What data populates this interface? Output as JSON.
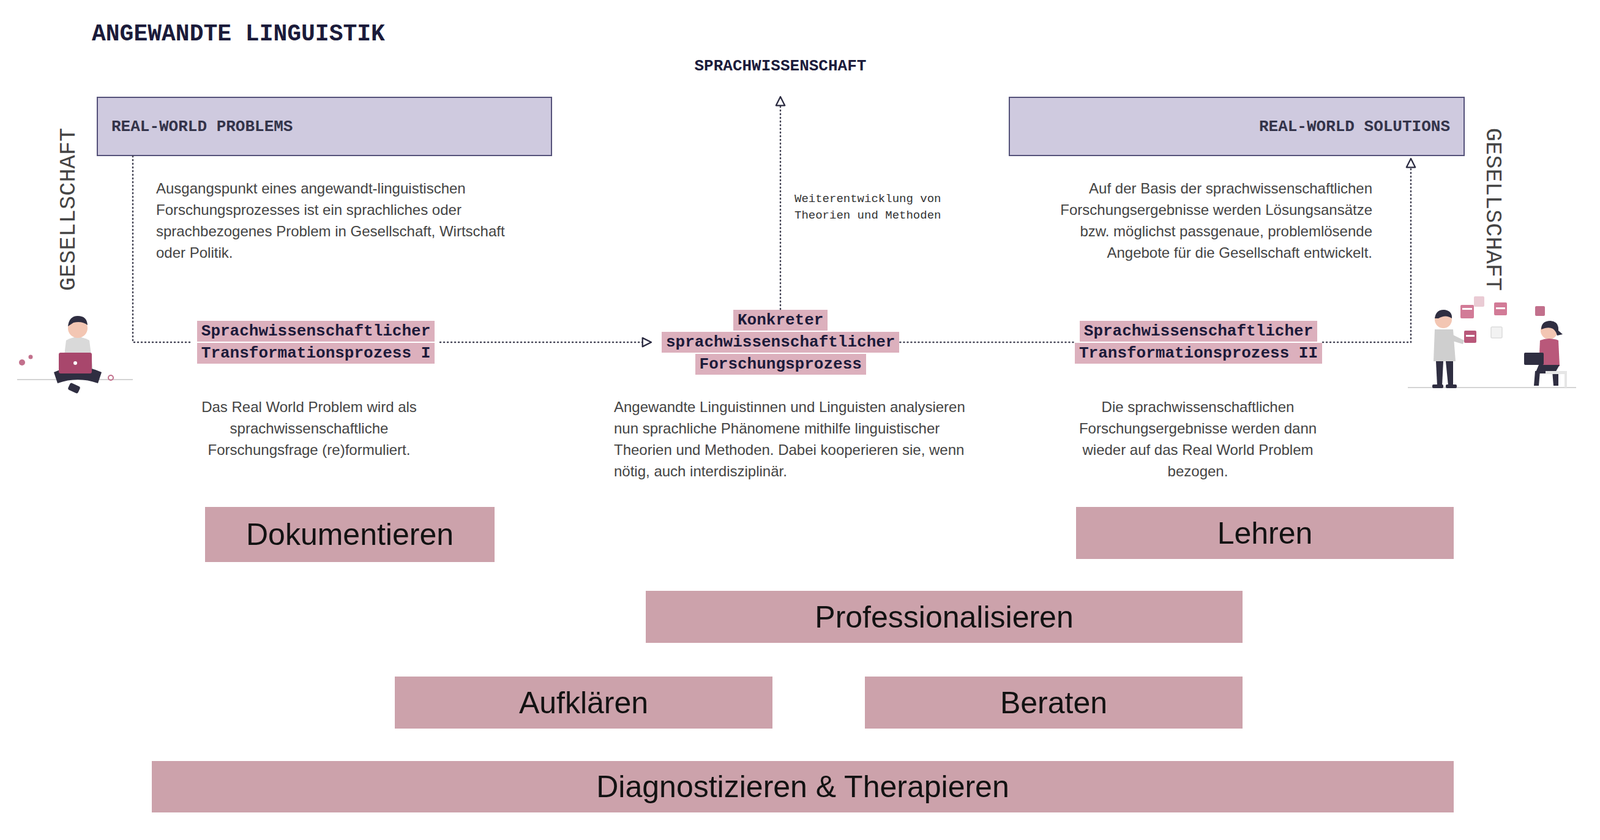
{
  "diagram": {
    "title": "ANGEWANDTE LINGUISTIK",
    "nodes": [
      {
        "text": [
          "REAL-WORLD PROBLEMS"
        ]
      },
      {
        "text": [
          "REAL-WORLD SOLUTIONS"
        ]
      },
      {
        "text": [
          "Sprachwissenschaftlicher Transformationsprozess I"
        ]
      },
      {
        "text": [
          "Konkreter sprachwissenschaftlicher Forschungsprozess"
        ]
      },
      {
        "text": [
          "Sprachwissenschaftlicher Transformationsprozess II"
        ]
      },
      {
        "text": [
          "Dokumentieren"
        ]
      },
      {
        "text": [
          "Lehren"
        ]
      },
      {
        "text": [
          "Professionalisieren"
        ]
      },
      {
        "text": [
          "Aufklären"
        ]
      },
      {
        "text": [
          "Beraten"
        ]
      },
      {
        "text": [
          "Diagnostizieren & Therapieren"
        ]
      }
    ],
    "edges": [
      {
        "from": 0,
        "to": 2,
        "arrow": "none"
      },
      {
        "from": 2,
        "to": 3,
        "arrow": "to"
      },
      {
        "from": 3,
        "to": 4,
        "arrow": "none"
      },
      {
        "from": 4,
        "to": 1,
        "arrow": "to"
      }
    ],
    "labels": [
      "SPRACHWISSENSCHAFT",
      "GESELLSCHAFT",
      "GESELLSCHAFT",
      "Weiterentwicklung von Theorien und Methoden",
      "Ausgangspunkt eines angewandt-linguistischen Forschungsprozesses ist ein sprachliches oder sprachbezogenes Problem in Gesellschaft, Wirtschaft oder Politik.",
      "Auf der Basis der sprachwissenschaftlichen Forschungsergebnisse werden Lösungsansätze bzw. möglichst passgenaue, problemlösende Angebote für die Gesellschaft entwickelt.",
      "Das Real World Problem wird als sprachwissenschaftliche Forschungsfrage (re)formuliert.",
      "Angewandte Linguistinnen und Linguisten analysieren nun sprachliche Phänomene mithilfe linguistischer Theorien und Methoden. Dabei kooperieren sie, wenn nötig, auch interdisziplinär.",
      "Die sprachwissenschaftlichen Forschungsergebnisse werden dann wieder auf das Real World Problem bezogen."
    ]
  }
}
